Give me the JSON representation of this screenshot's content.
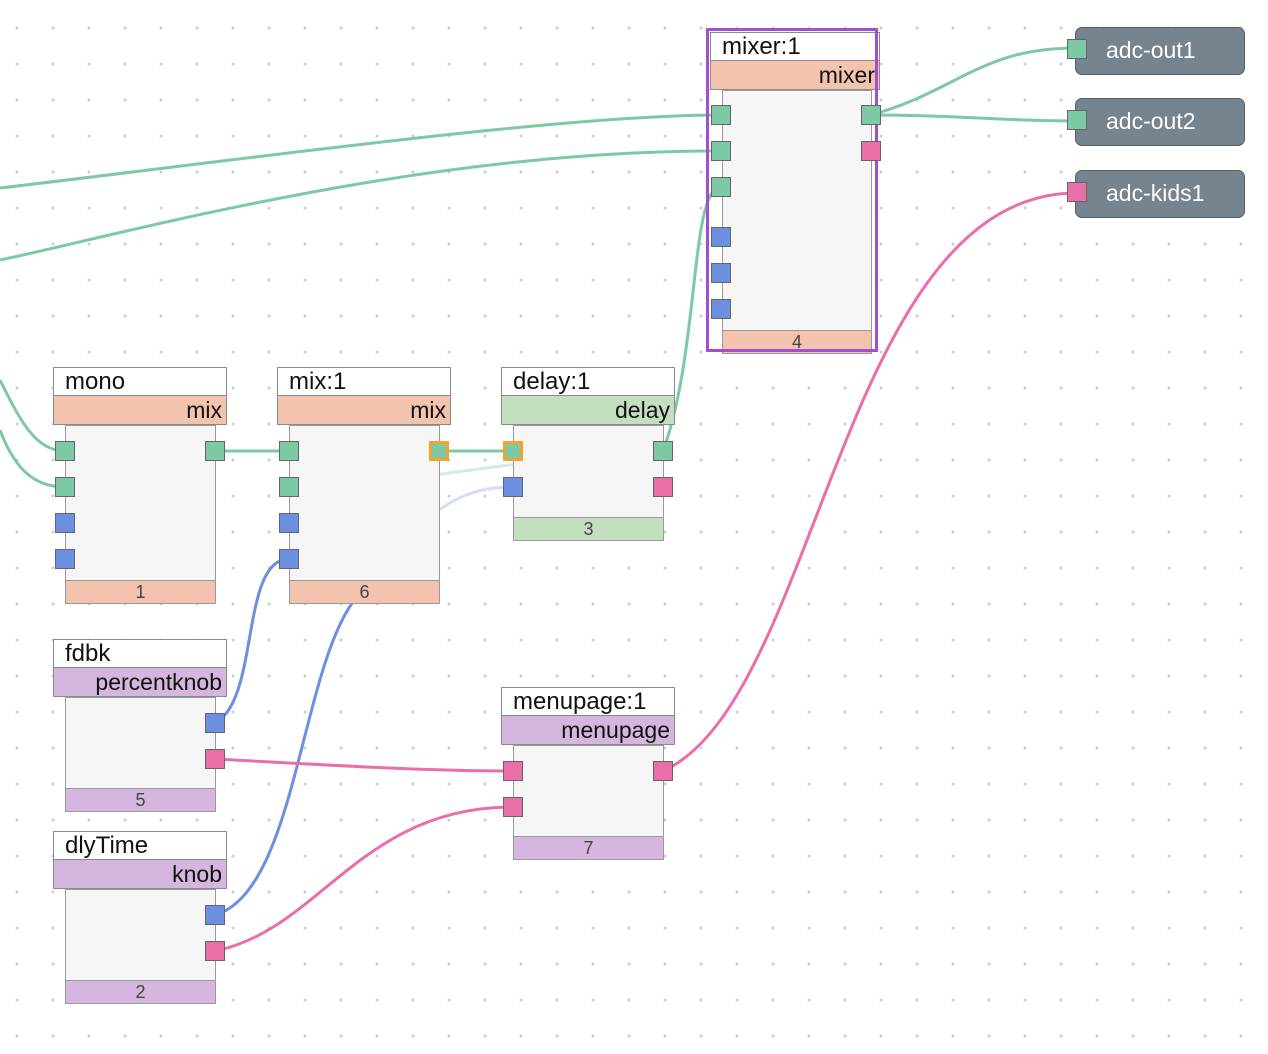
{
  "nodes": {
    "mono": {
      "title": "mono",
      "type": "mix",
      "index": "1"
    },
    "mix1": {
      "title": "mix:1",
      "type": "mix",
      "index": "6"
    },
    "delay1": {
      "title": "delay:1",
      "type": "delay",
      "index": "3"
    },
    "mixer1": {
      "title": "mixer:1",
      "type": "mixer",
      "index": "4"
    },
    "fdbk": {
      "title": "fdbk",
      "type": "percentknob",
      "index": "5"
    },
    "dlyTime": {
      "title": "dlyTime",
      "type": "knob",
      "index": "2"
    },
    "menupage1": {
      "title": "menupage:1",
      "type": "menupage",
      "index": "7"
    }
  },
  "outputs": [
    "adc-out1",
    "adc-out2",
    "adc-kids1"
  ],
  "colors": {
    "audio_port": "#7ec9a5",
    "control_port": "#6c8fe0",
    "menu_port": "#e86fa8",
    "mix_header": "#f4c3ae",
    "delay_header": "#c4dfbf",
    "ui_header": "#d4b6de",
    "selected_outline": "#9f4fcf",
    "highlight_port": "#f0a430",
    "output_node": "#76848f"
  }
}
